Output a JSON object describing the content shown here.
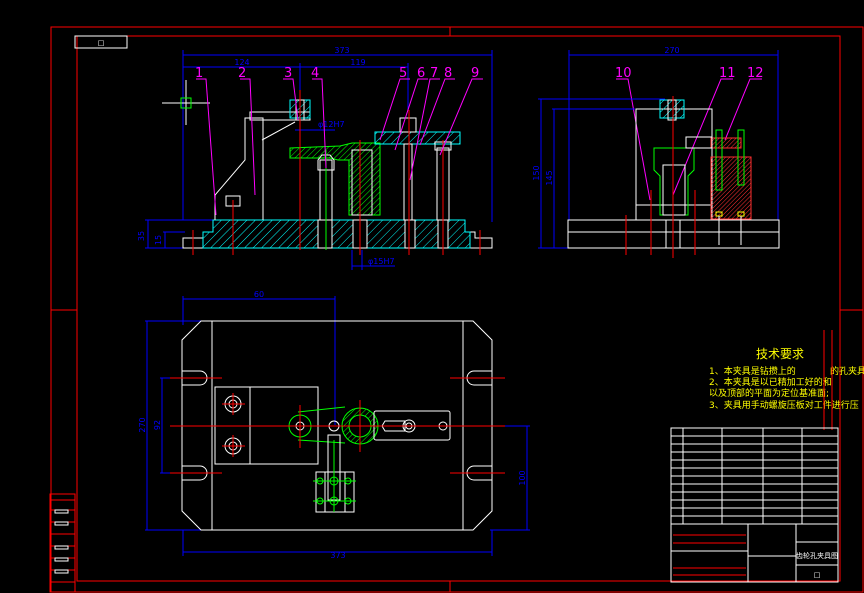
{
  "drawing": {
    "colors": {
      "background": "#000000",
      "frame": "#ff0000",
      "outline": "#ffffff",
      "dimension": "#0000ff",
      "leader": "#ff00ff",
      "hatch": "#00ffff",
      "workpiece": "#00ff00",
      "text": "#ffff00"
    },
    "corner_box_label": "□",
    "part_labels": [
      "1",
      "2",
      "3",
      "4",
      "5",
      "6",
      "7",
      "8",
      "9",
      "10",
      "11",
      "12"
    ],
    "front_view_dims": {
      "overall": "373",
      "left": "124",
      "right": "119",
      "hole_top": "φ12H7",
      "hole_bottom": "φ15H7",
      "base_height": "35",
      "base_step": "15"
    },
    "side_view_dims": {
      "width": "270",
      "height_total": "150",
      "height_inner": "145"
    },
    "plan_view_dims": {
      "offset": "60",
      "depth": "270",
      "slot_spacing": "92",
      "center_offset": "100",
      "length": "373"
    },
    "technical_requirements": {
      "title": "技术要求",
      "lines": [
        "1、本夹具是钻攒上的            的孔夹具",
        "2、本夹具是以已精加工好的和",
        "以及顶部的平面为定位基准面;",
        "3、夹具用手动螺旋压板对工件进行压"
      ]
    },
    "title_block": {
      "drawing_name": "齿轮孔夹具图",
      "sheet_mark": "□"
    }
  }
}
